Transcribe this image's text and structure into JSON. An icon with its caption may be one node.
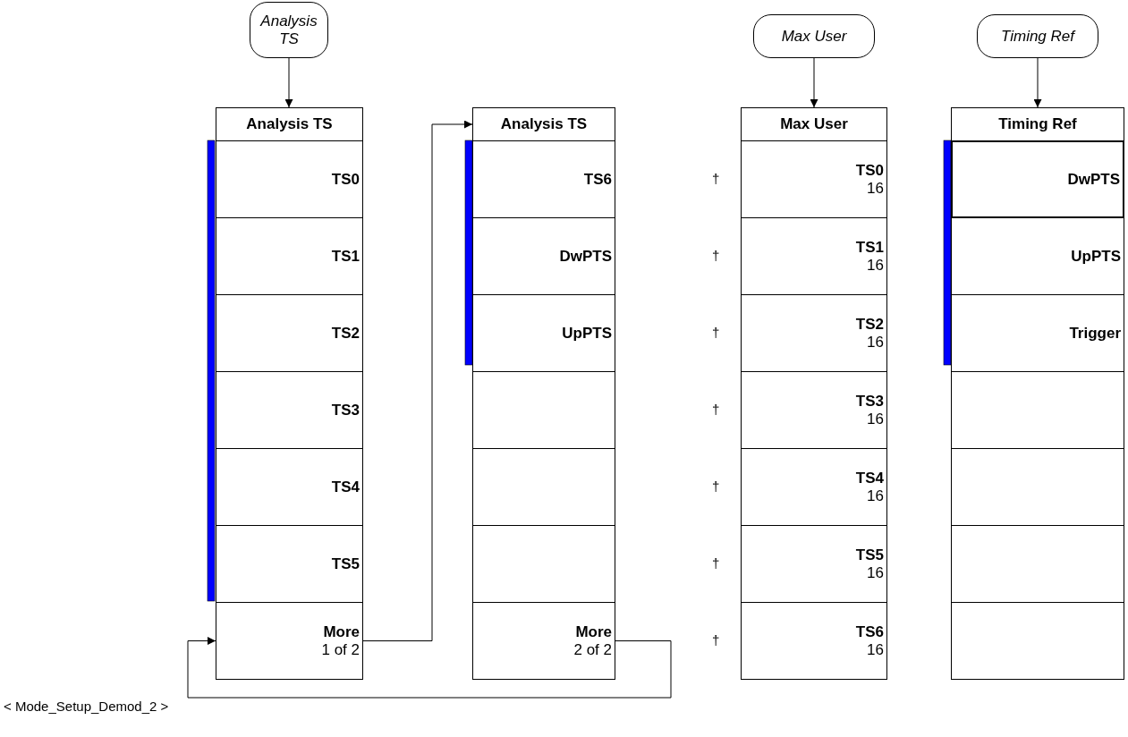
{
  "diagram": {
    "nodes": [
      {
        "text": [
          "Analysis TS"
        ]
      },
      {
        "text": [
          "Max User"
        ]
      },
      {
        "text": [
          "Timing Ref"
        ]
      },
      {
        "text": [
          "Analysis TS"
        ]
      },
      {
        "text": [
          "TS0"
        ]
      },
      {
        "text": [
          "TS1"
        ]
      },
      {
        "text": [
          "TS2"
        ]
      },
      {
        "text": [
          "TS3"
        ]
      },
      {
        "text": [
          "TS4"
        ]
      },
      {
        "text": [
          "TS5"
        ]
      },
      {
        "text": [
          "More",
          "1 of 2"
        ]
      },
      {
        "text": [
          "Analysis TS"
        ]
      },
      {
        "text": [
          "TS6"
        ]
      },
      {
        "text": [
          "DwPTS"
        ]
      },
      {
        "text": [
          "UpPTS"
        ]
      },
      {
        "text": [],
        "shape": "box"
      },
      {
        "text": [],
        "shape": "box"
      },
      {
        "text": [],
        "shape": "box"
      },
      {
        "text": [
          "More",
          "2 of 2"
        ]
      },
      {
        "text": [
          "Max User"
        ]
      },
      {
        "text": [
          "TS0",
          "16"
        ]
      },
      {
        "text": [
          "TS1",
          "16"
        ]
      },
      {
        "text": [
          "TS2",
          "16"
        ]
      },
      {
        "text": [
          "TS3",
          "16"
        ]
      },
      {
        "text": [
          "TS4",
          "16"
        ]
      },
      {
        "text": [
          "TS5",
          "16"
        ]
      },
      {
        "text": [
          "TS6",
          "16"
        ]
      },
      {
        "text": [
          "Timing Ref"
        ]
      },
      {
        "text": [
          "DwPTS"
        ]
      },
      {
        "text": [
          "UpPTS"
        ]
      },
      {
        "text": [
          "Trigger"
        ]
      },
      {
        "text": [],
        "shape": "box"
      },
      {
        "text": [],
        "shape": "box"
      },
      {
        "text": [],
        "shape": "box"
      },
      {
        "text": [],
        "shape": "box"
      }
    ],
    "edges": [
      {
        "from": 0,
        "to": 3,
        "arrow": "to"
      },
      {
        "from": 1,
        "to": 19,
        "arrow": "to"
      },
      {
        "from": 2,
        "to": 27,
        "arrow": "to"
      },
      {
        "from": 10,
        "to": 11,
        "arrow": "to"
      },
      {
        "from": 18,
        "to": 10,
        "arrow": "to"
      }
    ],
    "labels": [
      "†",
      "†",
      "†",
      "†",
      "†",
      "†",
      "†",
      "< Mode_Setup_Demod_2 >"
    ]
  }
}
